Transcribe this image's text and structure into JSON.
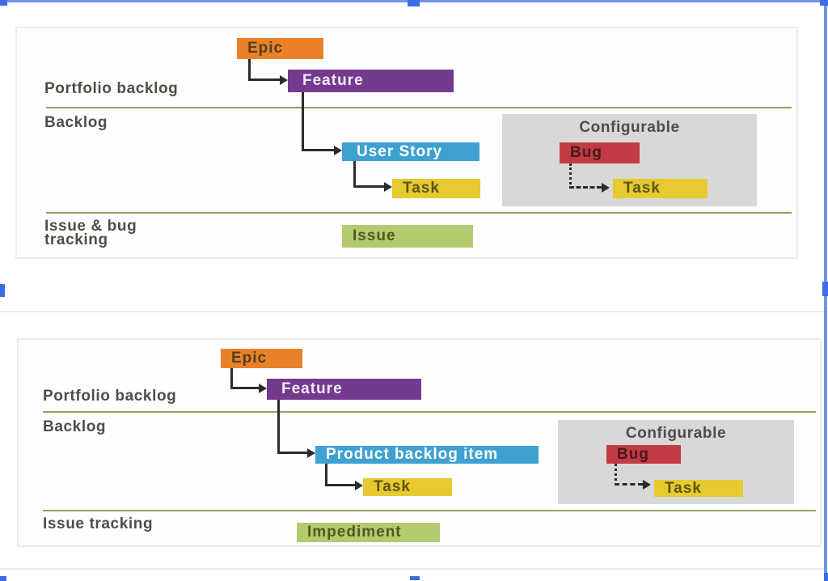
{
  "selection": {
    "line_color": "#7292ec",
    "handle_color": "#3e6ce4"
  },
  "colors": {
    "epic": "#e98129",
    "feature": "#743a8e",
    "story": "#3ea1d1",
    "task": "#e7c930",
    "bug": "#c23b44",
    "issue": "#b3cb6e",
    "configurable_bg": "#d8d8d8",
    "row_label_text": "#4e4e46",
    "row_separator": "#9b9c62",
    "connector": "#2b2b2b",
    "figure_border": "#ececec",
    "page_rule": "#ececec"
  },
  "diagrams": [
    {
      "id": "diagram-top",
      "rows": {
        "portfolio_label": "Portfolio backlog",
        "backlog_label": "Backlog",
        "tracking_label_line1": "Issue & bug",
        "tracking_label_line2": "tracking"
      },
      "nodes": {
        "epic": "Epic",
        "feature": "Feature",
        "story": "User Story",
        "story_task": "Task",
        "configurable_title": "Configurable",
        "bug": "Bug",
        "bug_task": "Task",
        "issue": "Issue"
      }
    },
    {
      "id": "diagram-bottom",
      "rows": {
        "portfolio_label": "Portfolio backlog",
        "backlog_label": "Backlog",
        "tracking_label_line1": "Issue tracking",
        "tracking_label_line2": ""
      },
      "nodes": {
        "epic": "Epic",
        "feature": "Feature",
        "story": "Product backlog item",
        "story_task": "Task",
        "configurable_title": "Configurable",
        "bug": "Bug",
        "bug_task": "Task",
        "issue": "Impediment"
      }
    }
  ]
}
